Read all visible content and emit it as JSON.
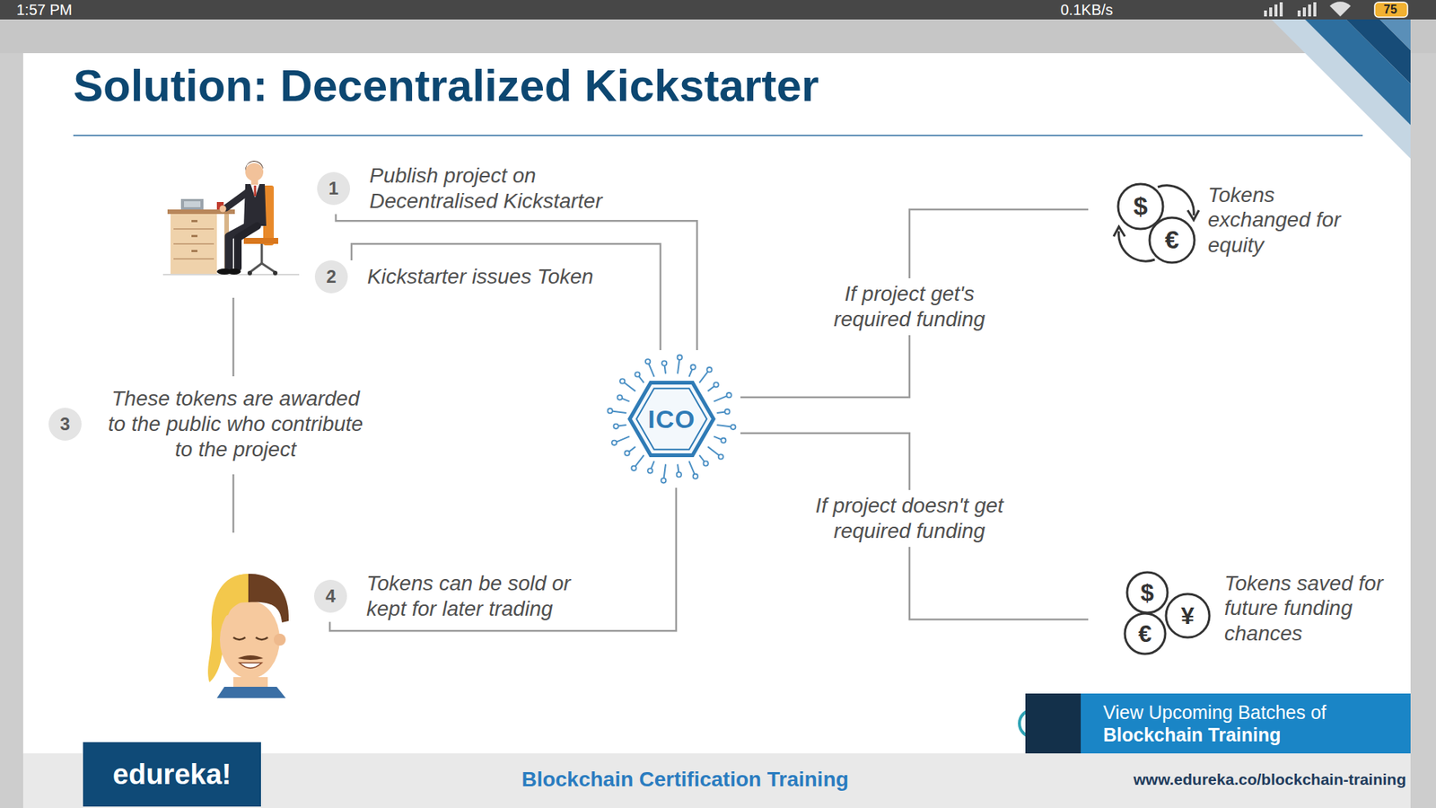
{
  "diagram": {
    "title": "Solution: Decentralized Kickstarter",
    "nodes": [
      {
        "text": [
          "1",
          "Publish project on Decentralised Kickstarter"
        ]
      },
      {
        "text": [
          "2",
          "Kickstarter issues Token"
        ]
      },
      {
        "text": [
          "Tokens exchanged for equity"
        ]
      },
      {
        "text": [
          "3",
          "These tokens are awarded to the public who contribute to the project"
        ]
      },
      {
        "text": [
          "ICO"
        ]
      },
      {
        "text": [
          "4",
          "Tokens can be sold or kept for later trading"
        ]
      },
      {
        "text": [
          "Tokens saved for future funding chances"
        ]
      },
      {
        "text": [
          "View Upcoming Batches of",
          "Blockchain Training"
        ]
      },
      {
        "text": [
          "edureka!"
        ]
      }
    ],
    "edges": [
      {
        "from": 0,
        "to": 4,
        "arrow": "none"
      },
      {
        "from": 1,
        "to": 4,
        "arrow": "none"
      },
      {
        "from": 5,
        "to": 4,
        "arrow": "none"
      },
      {
        "from": 4,
        "to": 2,
        "label": "If project get's required funding",
        "arrow": "none"
      },
      {
        "from": 4,
        "to": 6,
        "label": "If project doesn't get required funding",
        "arrow": "none"
      }
    ],
    "labels": [
      "1:57 PM",
      "0.1KB/s",
      "75",
      "$",
      "€",
      "$",
      "€",
      "¥",
      "Blockchain Certification Training",
      "www.edureka.co/blockchain-training"
    ]
  }
}
